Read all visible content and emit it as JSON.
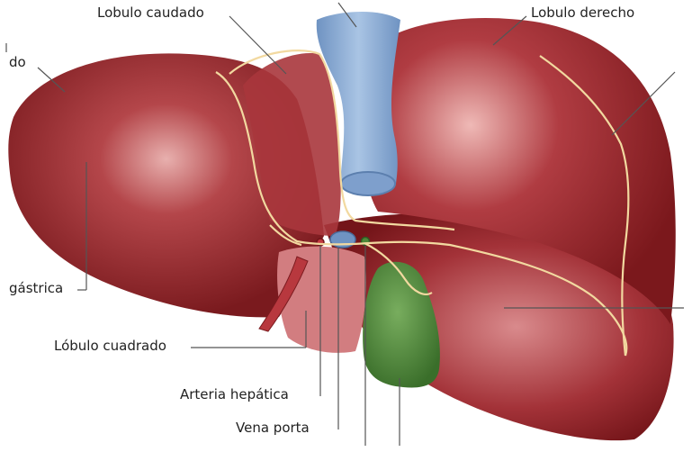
{
  "labels": {
    "caudate_lobe": "Lobulo caudado",
    "right_lobe": "Lobulo derecho",
    "left_lobe_partial": "do",
    "gastric_partial": "gástrica",
    "quadrate_lobe": "Lóbulo cuadrado",
    "hepatic_artery": "Arteria hepática",
    "portal_vein": "Vena porta"
  },
  "colors": {
    "liver": "#9c2a2e",
    "liver_highlight": "#e6a3a3",
    "liver_edge": "#6e1518",
    "vena_cava": "#8fb2d9",
    "gallbladder": "#4e8a3a",
    "boundary_line": "#f2d9a0",
    "leader_line": "#555555",
    "text": "#222222"
  }
}
